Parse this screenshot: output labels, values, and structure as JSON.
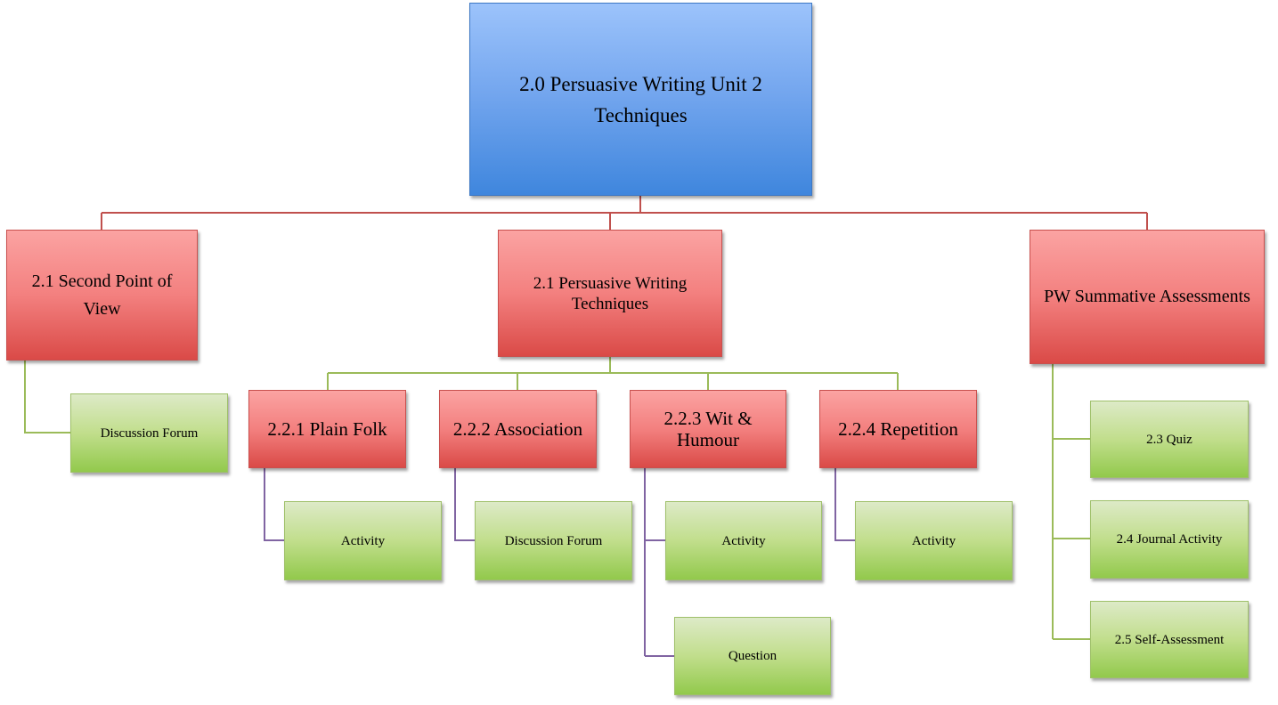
{
  "root": {
    "label": "2.0 Persuasive Writing Unit 2 Techniques"
  },
  "level1": {
    "second_point": "2.1 Second Point of View",
    "techniques": "2.1 Persuasive Writing Techniques",
    "summative": "PW Summative Assessments"
  },
  "level2": {
    "plain_folk": "2.2.1 Plain Folk",
    "association": "2.2.2 Association",
    "wit_humour": "2.2.3 Wit & Humour",
    "repetition": "2.2.4 Repetition"
  },
  "leaves": {
    "second_point_forum": "Discussion Forum",
    "plain_folk_activity": "Activity",
    "association_forum": "Discussion Forum",
    "wit_activity": "Activity",
    "wit_question": "Question",
    "repetition_activity": "Activity",
    "quiz": "2.3 Quiz",
    "journal": "2.4 Journal Activity",
    "self_assessment": "2.5 Self-Assessment"
  },
  "colors": {
    "root_fill": "#75a7ef",
    "section_fill": "#f3807f",
    "leaf_fill": "#c1de8c",
    "root_connector": "#c0504d",
    "section_connector": "#9bbb59",
    "leaf_connector": "#8064a2"
  }
}
